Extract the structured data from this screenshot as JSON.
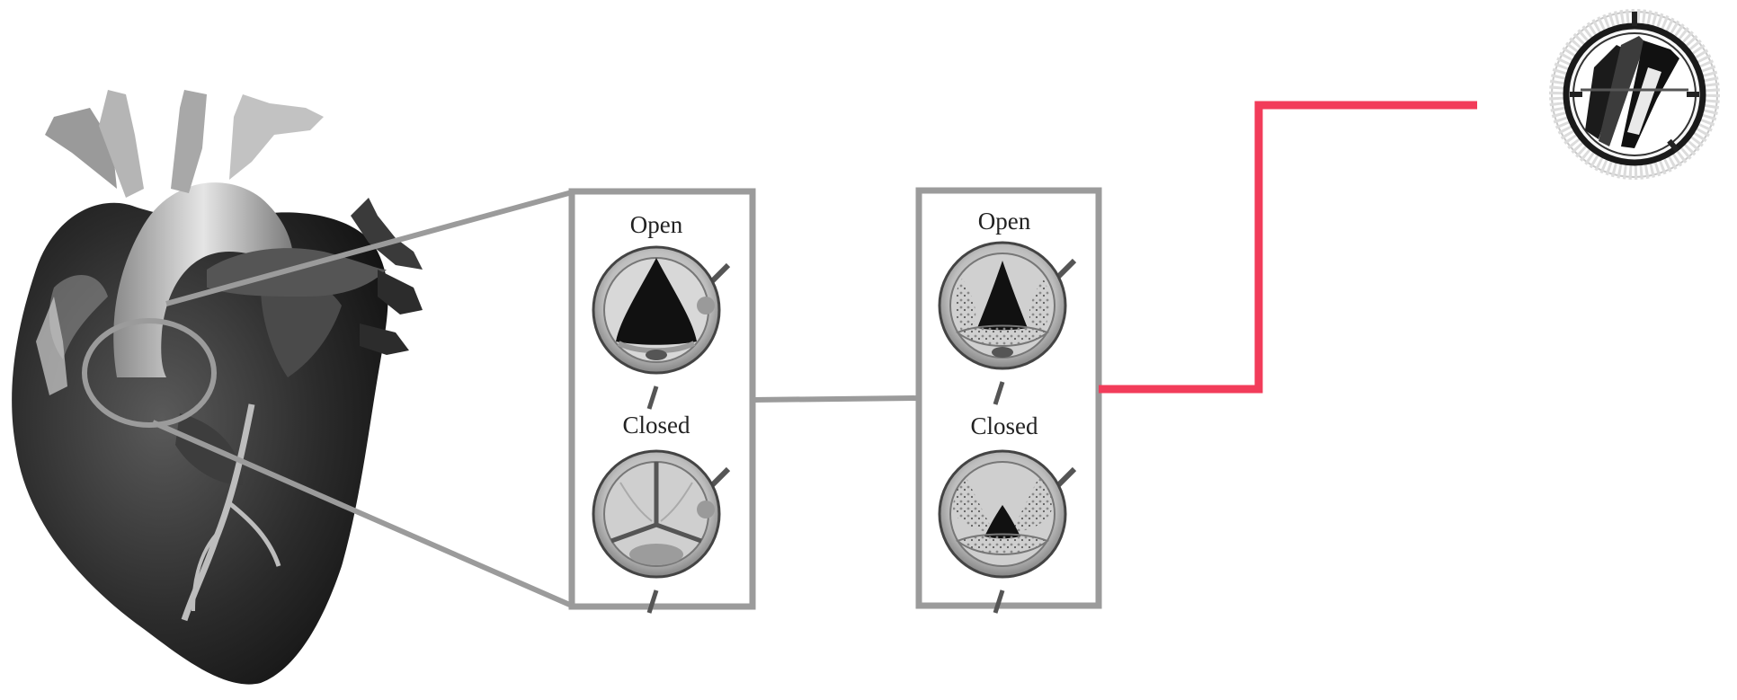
{
  "panel_healthy": {
    "top_label": "Open",
    "bottom_label": "Closed"
  },
  "panel_stenotic": {
    "top_label": "Open",
    "bottom_label": "Closed"
  },
  "colors": {
    "frame_gray": "#9b9b9b",
    "connector_red": "#f23c5a",
    "heart_dark": "#2a2a2a",
    "heart_light": "#cfcfcf"
  },
  "icons": {
    "heart": "heart-illustration",
    "native_valve": "tricuspid-valve-illustration",
    "calcified_valve": "calcified-valve-illustration",
    "prosthetic_valve": "mechanical-valve-illustration"
  }
}
